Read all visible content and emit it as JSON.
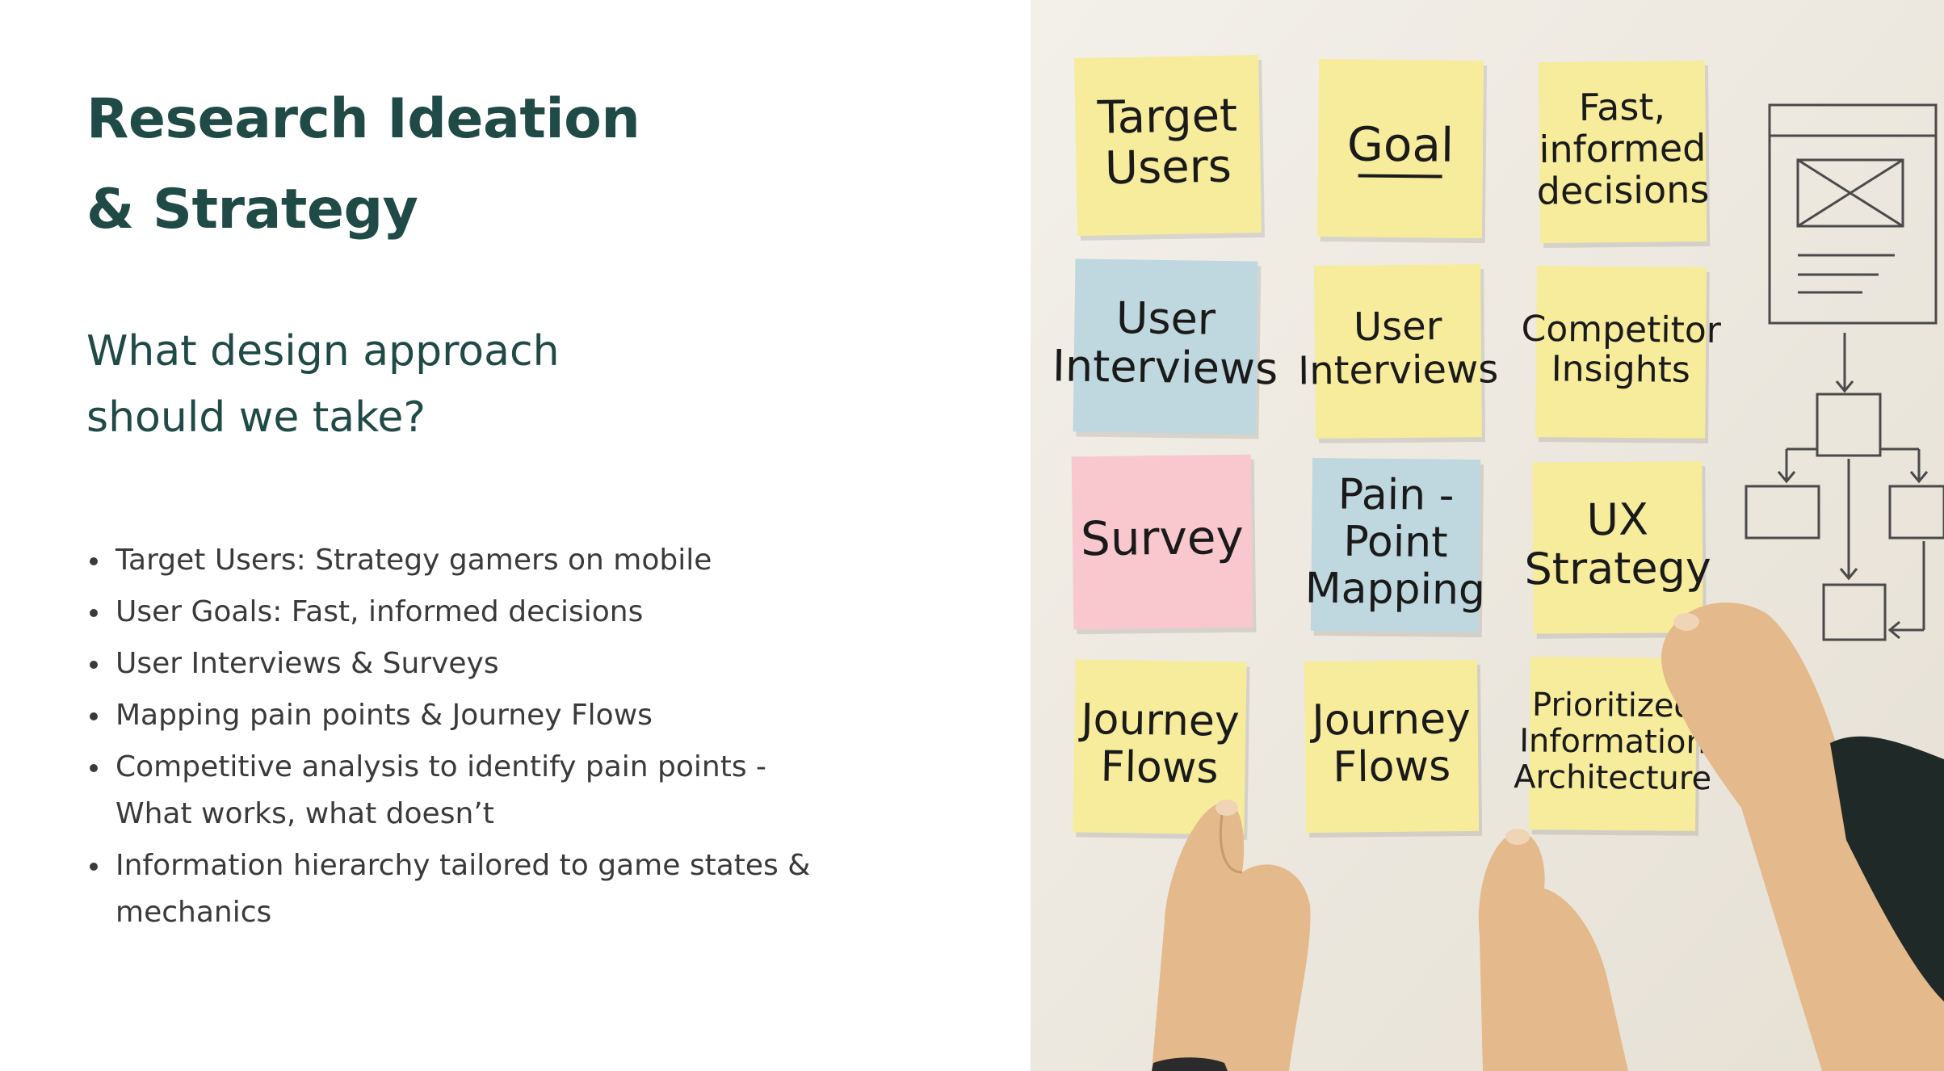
{
  "slide": {
    "title_lines": [
      "Research Ideation",
      "& Strategy"
    ],
    "subtitle_lines": [
      "What design approach",
      "should we take?"
    ],
    "bullets": [
      {
        "lines": [
          "Target Users: Strategy gamers on mobile"
        ]
      },
      {
        "lines": [
          "User Goals: Fast, informed decisions"
        ]
      },
      {
        "lines": [
          "User Interviews & Surveys"
        ]
      },
      {
        "lines": [
          "Mapping pain points & Journey Flows"
        ]
      },
      {
        "lines": [
          "Competitive analysis to identify pain points -",
          "What works, what doesn’t"
        ]
      },
      {
        "lines": [
          "Information hierarchy tailored to game states &",
          "mechanics"
        ]
      }
    ]
  },
  "photo": {
    "notes": [
      {
        "lines": [
          "Target",
          "Users"
        ],
        "color": "#f6ec9c"
      },
      {
        "lines": [
          "Goal"
        ],
        "color": "#f6ec9c",
        "underline": true
      },
      {
        "lines": [
          "Fast,",
          "informed",
          "decisions"
        ],
        "color": "#f6ec9c"
      },
      {
        "lines": [
          "User",
          "Interviews"
        ],
        "color": "#bfd7df"
      },
      {
        "lines": [
          "User",
          "Interviews"
        ],
        "color": "#f6ec9c"
      },
      {
        "lines": [
          "Competitor",
          "Insights"
        ],
        "color": "#f6ec9c"
      },
      {
        "lines": [
          "Survey"
        ],
        "color": "#f8c8ce"
      },
      {
        "lines": [
          "Pain -",
          "Point",
          "Mapping"
        ],
        "color": "#bfd7df"
      },
      {
        "lines": [
          "UX",
          "Strategy"
        ],
        "color": "#f6ec9c"
      },
      {
        "lines": [
          "Journey",
          "Flows"
        ],
        "color": "#f6ec9c"
      },
      {
        "lines": [
          "Journey",
          "Flows"
        ],
        "color": "#f6ec9c"
      },
      {
        "lines": [
          "Prioritized",
          "Information",
          "Architecture"
        ],
        "color": "#f6ec9c"
      }
    ],
    "wall_color": "#efebe3",
    "skin_color": "#e4b98c",
    "sleeve_color": "#1f2a28"
  }
}
